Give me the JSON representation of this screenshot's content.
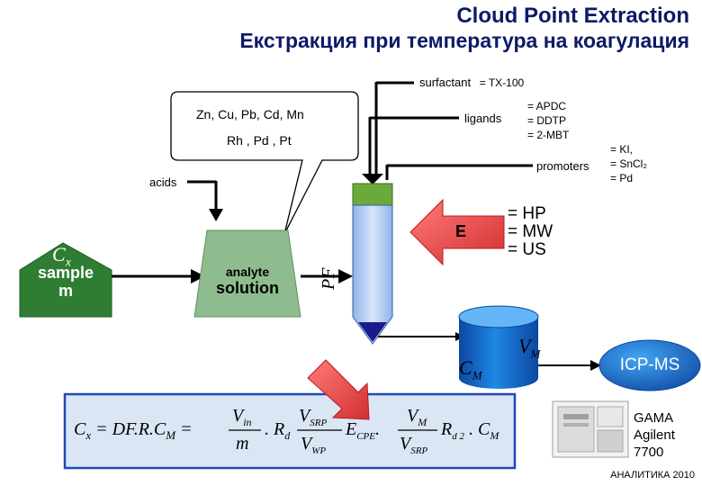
{
  "title": {
    "line1": "Cloud Point Extraction",
    "line2": "Екстракция при температура на коагулация"
  },
  "inputs": {
    "surfactant_label": "surfactant",
    "surfactant_value": "= TX-100",
    "ligands_label": "ligands",
    "ligands_values": [
      "= APDC",
      "= DDTP",
      "= 2-MBT"
    ],
    "promoters_label": "promoters",
    "promoters_values": [
      "= KI,",
      "= SnCl₂",
      "= Pd"
    ],
    "acids_label": "acids"
  },
  "bubble": {
    "line1": "Zn, Cu, Pb, Cd, Mn",
    "line2": "Rh , Pd , Pt"
  },
  "sample": {
    "symbol": "C",
    "subscript": "x",
    "line2": "sample",
    "line3": "m"
  },
  "analyte": {
    "line1": "analyte",
    "line2": "solution"
  },
  "pf_label": "PF",
  "energy": {
    "label": "E",
    "methods": [
      "= HP",
      "= MW",
      "= US"
    ]
  },
  "cm_label": {
    "symbol": "C",
    "subscript": "M"
  },
  "vm_label": {
    "symbol": "V",
    "subscript": "M"
  },
  "icp_label": "ICP-MS",
  "instrument": {
    "line1": "GAMA",
    "line2": "Agilent",
    "line3": "7700"
  },
  "footer": "АНАЛИТИКА  2010",
  "formula": {
    "cx": "C",
    "cx_sub": "x",
    "eq1": "= DF.R.C",
    "cm_sub": "M",
    "eq2": "=",
    "vin": "V",
    "vin_sub": "in",
    "m": "m",
    "rd": ". R",
    "rd_sub": "d",
    "vsrp": "V",
    "vsrp_sub": "SRP",
    "vwp": "V",
    "vwp_sub": "WP",
    "ecpe": "E",
    "ecpe_sub": "CPE",
    "dot": ".",
    "vm2": "V",
    "vm2_sub": "M",
    "vsrp2": "V",
    "vsrp2_sub": "SRP",
    "rd2": "R",
    "rd2_sub": "d 2",
    "tail": ". C",
    "tail_sub": "M"
  },
  "colors": {
    "title": "#0d1a66",
    "sample_fill": "#2e7d32",
    "analyte_fill": "#8fbc8f",
    "tube_fill": "#a8c8f0",
    "tube_cap": "#6aaa3a",
    "tube_tip": "#1a1a8c",
    "cm_fill": "#1565c0",
    "icp_fill": "#1565c0",
    "formula_bg": "#dbe6f5",
    "formula_border": "#1f49b8",
    "arrow_red": "#e53935"
  }
}
